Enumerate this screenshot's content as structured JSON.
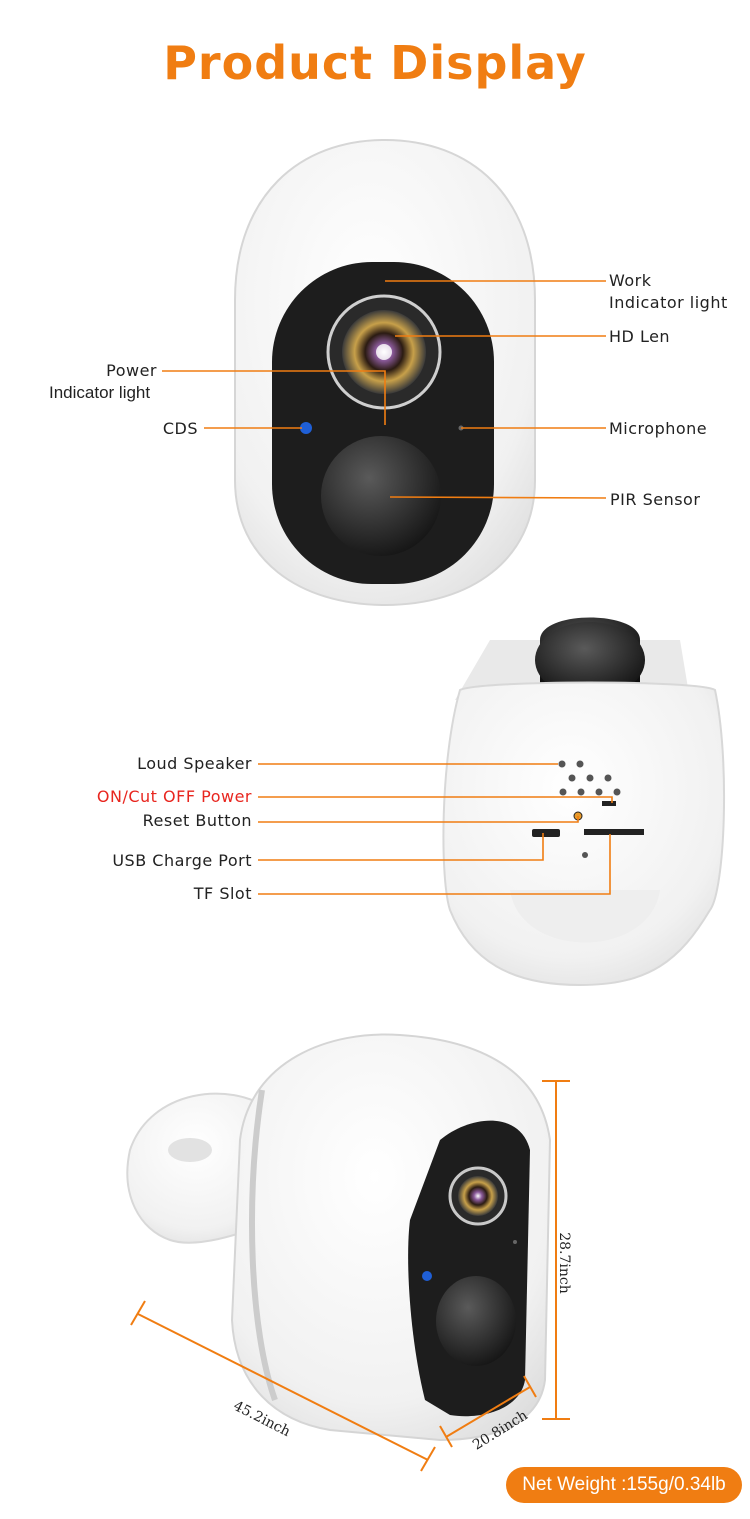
{
  "page_title": "Product Display",
  "colors": {
    "accent": "#f07d12",
    "highlight": "#e8261f",
    "camera_body": "#f4f4f4",
    "camera_face": "#1d1d1d",
    "indicator": "#1f5fd6"
  },
  "front_view": {
    "labels": {
      "work_line1": "Work",
      "work_line2": "Indicator light",
      "hd_len": "HD Len",
      "power_line1": "Power",
      "power_line2": "Indicator light",
      "cds": "CDS",
      "microphone": "Microphone",
      "pir_sensor": "PIR Sensor"
    }
  },
  "back_view": {
    "labels": {
      "loud_speaker": "Loud Speaker",
      "on_cut_off_power": "ON/Cut OFF Power",
      "reset_button": "Reset Button",
      "usb_charge_port": "USB Charge Port",
      "tf_slot": "TF Slot"
    }
  },
  "dimensions_view": {
    "height": "28.7inch",
    "width": "45.2inch",
    "depth": "20.8inch",
    "net_weight": "Net Weight :155g/0.34lb"
  }
}
